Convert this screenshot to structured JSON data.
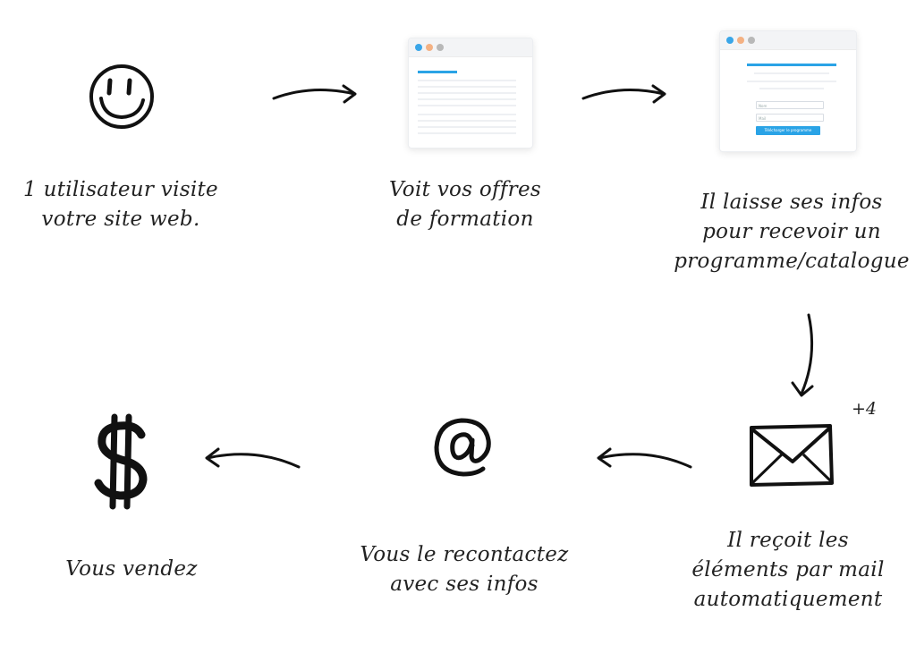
{
  "steps": [
    {
      "icon": "smiley-icon",
      "lines": [
        "1 utilisateur visite",
        "votre site web."
      ]
    },
    {
      "icon": "browser-offers-icon",
      "lines": [
        "Voit vos offres",
        "de formation"
      ]
    },
    {
      "icon": "browser-form-icon",
      "lines": [
        "Il laisse ses infos",
        "pour recevoir un",
        "programme/catalogue"
      ]
    },
    {
      "icon": "envelope-icon",
      "lines": [
        "Il reçoit les",
        "éléments par mail",
        "automatiquement"
      ],
      "badge": "+4"
    },
    {
      "icon": "at-sign-icon",
      "lines": [
        "Vous le recontactez",
        "avec ses infos"
      ]
    },
    {
      "icon": "dollar-icon",
      "lines": [
        "Vous vendez"
      ]
    }
  ],
  "form_mock": {
    "field1": "Nom",
    "field2": "Mail",
    "cta": "Télécharger le programme"
  },
  "colors": {
    "accent": "#2aa3e6",
    "ink": "#1a1a1a"
  }
}
